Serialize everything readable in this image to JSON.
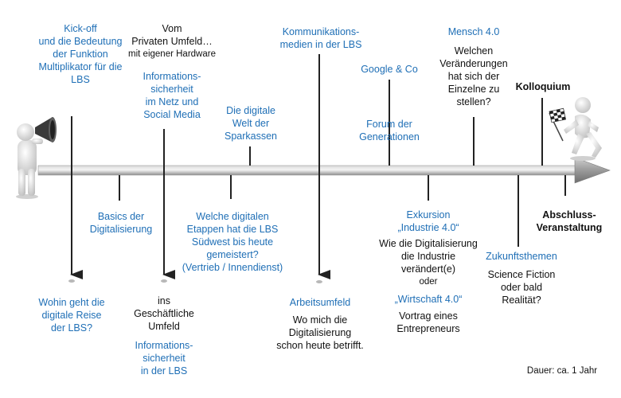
{
  "colors": {
    "blue": "#1f6fb6",
    "black": "#111111",
    "timeline": "#a9a9a9",
    "tick": "#222222"
  },
  "icons": {
    "start": "megaphone-person-icon",
    "end": "finish-flag-runner-icon"
  },
  "labels": {
    "kickoff": [
      "Kick-off",
      "und die Bedeutung",
      "der Funktion",
      "Multiplikator für die",
      "LBS"
    ],
    "vom_privaten": [
      "Vom",
      "Privaten Umfeld…"
    ],
    "mit_eigener_hardware": "mit eigener Hardware",
    "infosec_netz": [
      "Informations-",
      "sicherheit",
      "im Netz und",
      "Social Media"
    ],
    "digitale_welt": [
      "Die digitale",
      "Welt der",
      "Sparkassen"
    ],
    "kommunikationsmedien": [
      "Kommunikations-",
      "medien in der LBS"
    ],
    "google": "Google & Co",
    "forum": [
      "Forum der",
      "Generationen"
    ],
    "mensch40": "Mensch 4.0",
    "welchen_veraenderungen": [
      "Welchen",
      "Veränderungen",
      "hat sich der",
      "Einzelne zu",
      "stellen?"
    ],
    "kolloquium": "Kolloquium",
    "basics": [
      "Basics der",
      "Digitalisierung"
    ],
    "welche_etappen": [
      "Welche digitalen",
      "Etappen hat die LBS",
      "Südwest bis heute",
      "gemeistert?",
      "(Vertrieb / Innendienst)"
    ],
    "exkursion": [
      "Exkursion",
      "„Industrie 4.0“"
    ],
    "wie_industrie": [
      "Wie die Digitalisierung",
      "die Industrie",
      "verändert(e)"
    ],
    "oder1": "oder",
    "wirtschaft40": "„Wirtschaft 4.0“",
    "vortrag": [
      "Vortrag eines",
      "Entrepreneurs"
    ],
    "abschluss": [
      "Abschluss-",
      "Veranstaltung"
    ],
    "zukunftsthemen": "Zukunftsthemen",
    "science_fiction": [
      "Science Fiction",
      "oder bald",
      "Realität?"
    ],
    "wohin": [
      "Wohin geht die",
      "digitale Reise",
      "der LBS?"
    ],
    "ins_geschaeftliche": [
      "ins",
      "Geschäftliche",
      "Umfeld"
    ],
    "infosec_lbs": [
      "Informations-",
      "sicherheit",
      "in der LBS"
    ],
    "arbeitsumfeld": "Arbeitsumfeld",
    "wo_mich": [
      "Wo mich die",
      "Digitalisierung",
      "schon heute betrifft."
    ],
    "dauer": "Dauer: ca. 1 Jahr"
  }
}
